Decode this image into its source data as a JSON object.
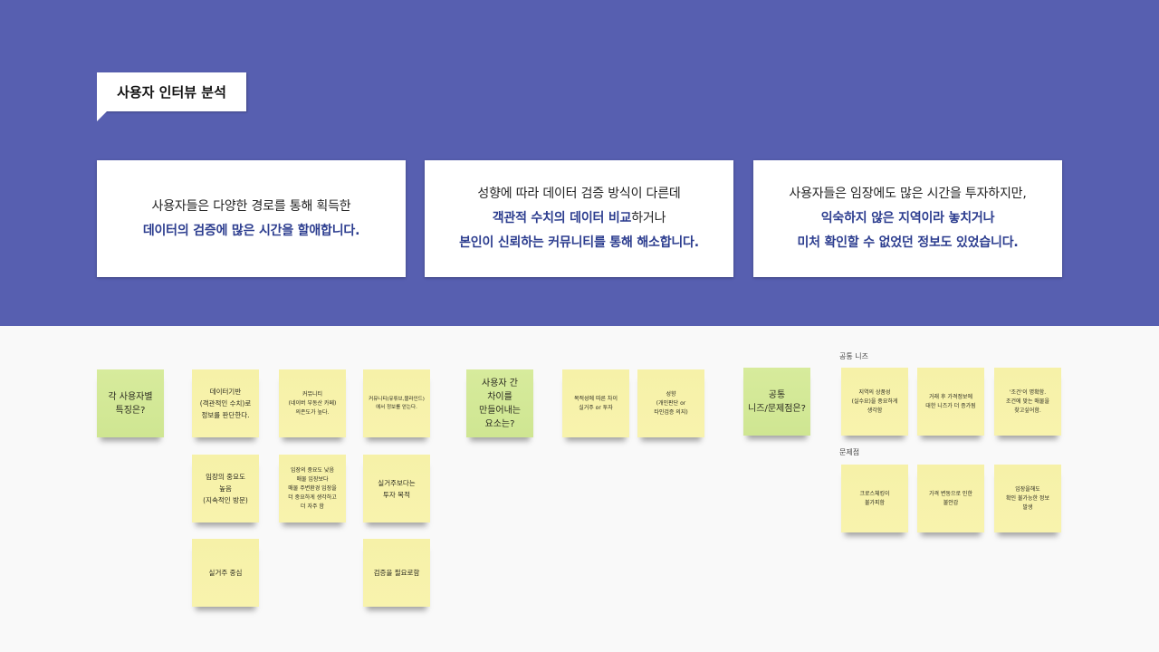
{
  "header": {
    "title": "사용자 인터뷰 분석",
    "background_color": "#575fb0"
  },
  "insights": [
    {
      "line1": "사용자들은 다양한 경로를 통해 획득한",
      "line2_highlight": "데이터의 검증에 많은 시간을 할애합니다.",
      "line2_plain": "",
      "line3": ""
    },
    {
      "line1": "성향에 따라 데이터 검증 방식이 다른데",
      "line2_highlight": "객관적 수치의 데이터 비교",
      "line2_plain": "하거나",
      "line3": "본인이 신뢰하는 커뮤니티를 통해 해소합니다."
    },
    {
      "line1": "사용자들은 임장에도 많은 시간을 투자하지만,",
      "line2_highlight": "익숙하지 않은 지역이라 놓치거나",
      "line2_plain": "",
      "line3": "미처 확인할 수 없었던 정보도 있었습니다."
    }
  ],
  "accent_color": "#2c3d8f",
  "sticky_colors": {
    "yellow": "#f7f2a6",
    "green": "#d3e897"
  },
  "groups": {
    "characteristics": {
      "question": "각 사용자별\n특징은?",
      "notes": [
        "데이터기반\n(객관적인 수치)로\n정보를 판단한다.",
        "커뮤니티\n(네이버 부동산 카페)\n의존도가 높다.",
        "커뮤니티(유튜브,블라인드)\n에서 정보를 얻는다.",
        "임장의 중요도\n높음\n(지속적인 방문)",
        "임장의 중요도 낮음\n매물 임장보다\n매물 주변환경 임장을\n더 중요하게 생각하고\n더 자주 함",
        "실거주보다는\n투자 목적",
        "실거주 중심",
        "검증을 필요로함"
      ]
    },
    "differences": {
      "question": "사용자 간\n차이를\n만들어내는\n요소는?",
      "notes": [
        "목적성에 따른 차이\n실거주 or 투자",
        "성향\n(개인판단 or\n타인검증 의지)"
      ]
    },
    "needs": {
      "question": "공통\n니즈/문제점은?",
      "needs_label": "공통 니즈",
      "needs_notes": [
        "지역의 상품성\n(실수요)을 중요하게\n생각함",
        "거래 후 가격정보에\n대한 니즈가 더 증가됨",
        "'조건'이 명확함.\n조건에 맞는 매물을\n찾고싶어함."
      ],
      "problems_label": "문제점",
      "problems_notes": [
        "크로스체킹이\n불가피함",
        "가격 변동으로 인한\n불안감",
        "임장을해도\n확인 불가능한 정보\n발생"
      ]
    }
  }
}
